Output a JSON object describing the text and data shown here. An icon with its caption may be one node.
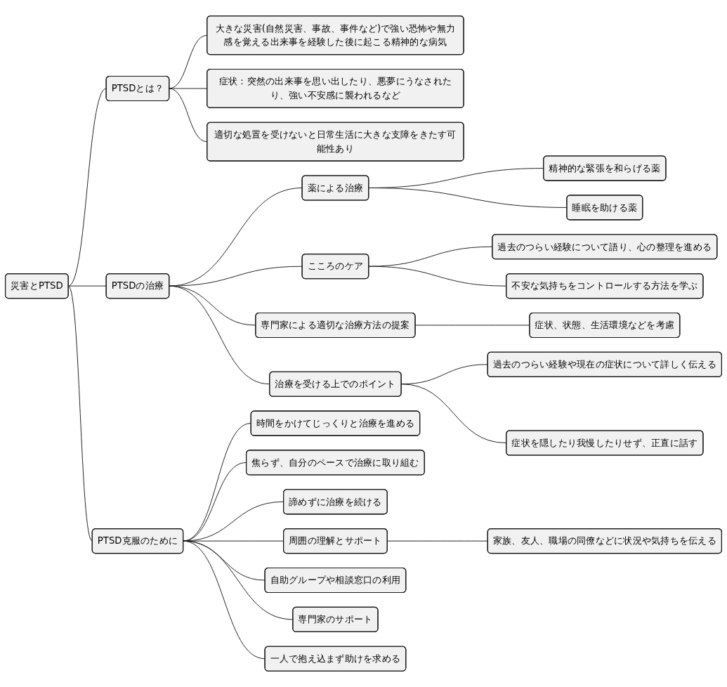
{
  "diagram": {
    "nodes": [
      {
        "text": [
          "災害とPTSD"
        ]
      },
      {
        "text": [
          "PTSDとは？"
        ]
      },
      {
        "text": [
          "大きな災害(自然災害、事故、事件など)で強い恐怖や無力感を覚える出来事を経験した後に起こる精神的な病気"
        ]
      },
      {
        "text": [
          "症状：突然の出来事を思い出したり、悪夢にうなされたり、強い不安感に襲われるなど"
        ]
      },
      {
        "text": [
          "適切な処置を受けないと日常生活に大きな支障をきたす可能性あり"
        ]
      },
      {
        "text": [
          "PTSDの治療"
        ]
      },
      {
        "text": [
          "薬による治療"
        ]
      },
      {
        "text": [
          "精神的な緊張を和らげる薬"
        ]
      },
      {
        "text": [
          "睡眠を助ける薬"
        ]
      },
      {
        "text": [
          "こころのケア"
        ]
      },
      {
        "text": [
          "過去のつらい経験について語り、心の整理を進める"
        ]
      },
      {
        "text": [
          "不安な気持ちをコントロールする方法を学ぶ"
        ]
      },
      {
        "text": [
          "専門家による適切な治療方法の提案"
        ]
      },
      {
        "text": [
          "症状、状態、生活環境などを考慮"
        ]
      },
      {
        "text": [
          "治療を受ける上でのポイント"
        ]
      },
      {
        "text": [
          "過去のつらい経験や現在の症状について詳しく伝える"
        ]
      },
      {
        "text": [
          "症状を隠したり我慢したりせず、正直に話す"
        ]
      },
      {
        "text": [
          "PTSD克服のために"
        ]
      },
      {
        "text": [
          "時間をかけてじっくりと治療を進める"
        ]
      },
      {
        "text": [
          "焦らず、自分のペースで治療に取り組む"
        ]
      },
      {
        "text": [
          "諦めずに治療を続ける"
        ]
      },
      {
        "text": [
          "周囲の理解とサポート"
        ]
      },
      {
        "text": [
          "家族、友人、職場の同僚などに状況や気持ちを伝える"
        ]
      },
      {
        "text": [
          "自助グループや相談窓口の利用"
        ]
      },
      {
        "text": [
          "専門家のサポート"
        ]
      },
      {
        "text": [
          "一人で抱え込まず助けを求める"
        ]
      }
    ],
    "edges": [
      {
        "from": 0,
        "to": 1,
        "arrow": "none"
      },
      {
        "from": 1,
        "to": 2,
        "arrow": "none"
      },
      {
        "from": 1,
        "to": 3,
        "arrow": "none"
      },
      {
        "from": 1,
        "to": 4,
        "arrow": "none"
      },
      {
        "from": 0,
        "to": 5,
        "arrow": "none"
      },
      {
        "from": 5,
        "to": 6,
        "arrow": "none"
      },
      {
        "from": 6,
        "to": 7,
        "arrow": "none"
      },
      {
        "from": 6,
        "to": 8,
        "arrow": "none"
      },
      {
        "from": 5,
        "to": 9,
        "arrow": "none"
      },
      {
        "from": 9,
        "to": 10,
        "arrow": "none"
      },
      {
        "from": 9,
        "to": 11,
        "arrow": "none"
      },
      {
        "from": 5,
        "to": 12,
        "arrow": "none"
      },
      {
        "from": 12,
        "to": 13,
        "arrow": "none"
      },
      {
        "from": 5,
        "to": 14,
        "arrow": "none"
      },
      {
        "from": 14,
        "to": 15,
        "arrow": "none"
      },
      {
        "from": 14,
        "to": 16,
        "arrow": "none"
      },
      {
        "from": 0,
        "to": 17,
        "arrow": "none"
      },
      {
        "from": 17,
        "to": 18,
        "arrow": "none"
      },
      {
        "from": 17,
        "to": 19,
        "arrow": "none"
      },
      {
        "from": 17,
        "to": 20,
        "arrow": "none"
      },
      {
        "from": 17,
        "to": 21,
        "arrow": "none"
      },
      {
        "from": 21,
        "to": 22,
        "arrow": "none"
      },
      {
        "from": 17,
        "to": 23,
        "arrow": "none"
      },
      {
        "from": 17,
        "to": 24,
        "arrow": "none"
      },
      {
        "from": 17,
        "to": 25,
        "arrow": "none"
      }
    ]
  }
}
